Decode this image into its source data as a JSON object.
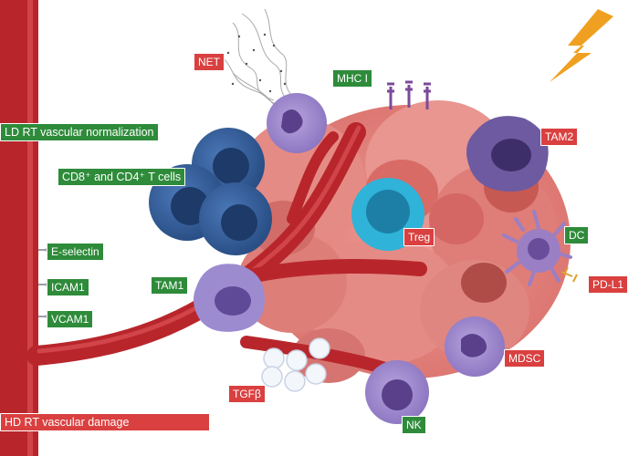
{
  "labels": {
    "net": "NET",
    "mhc": "MHC I",
    "tam2": "TAM2",
    "ld_rt": "LD RT vascular normalization",
    "cd8": "CD8⁺ and CD4⁺ T cells",
    "treg": "Treg",
    "dc": "DC",
    "eselectin": "E-selectin",
    "icam1": "ICAM1",
    "vcam1": "VCAM1",
    "tam1": "TAM1",
    "pdl1": "PD-L1",
    "mdsc": "MDSC",
    "tgfb": "TGFβ",
    "hd_rt": "HD RT vascular damage",
    "nk": "NK"
  },
  "colors": {
    "green_label": "#2e8b3a",
    "red_label": "#d9403f",
    "vessel": "#b8262c",
    "tumor": "#e8918a",
    "lightning": "#f0a020"
  },
  "icons": [
    "lightning-bolt-icon"
  ]
}
